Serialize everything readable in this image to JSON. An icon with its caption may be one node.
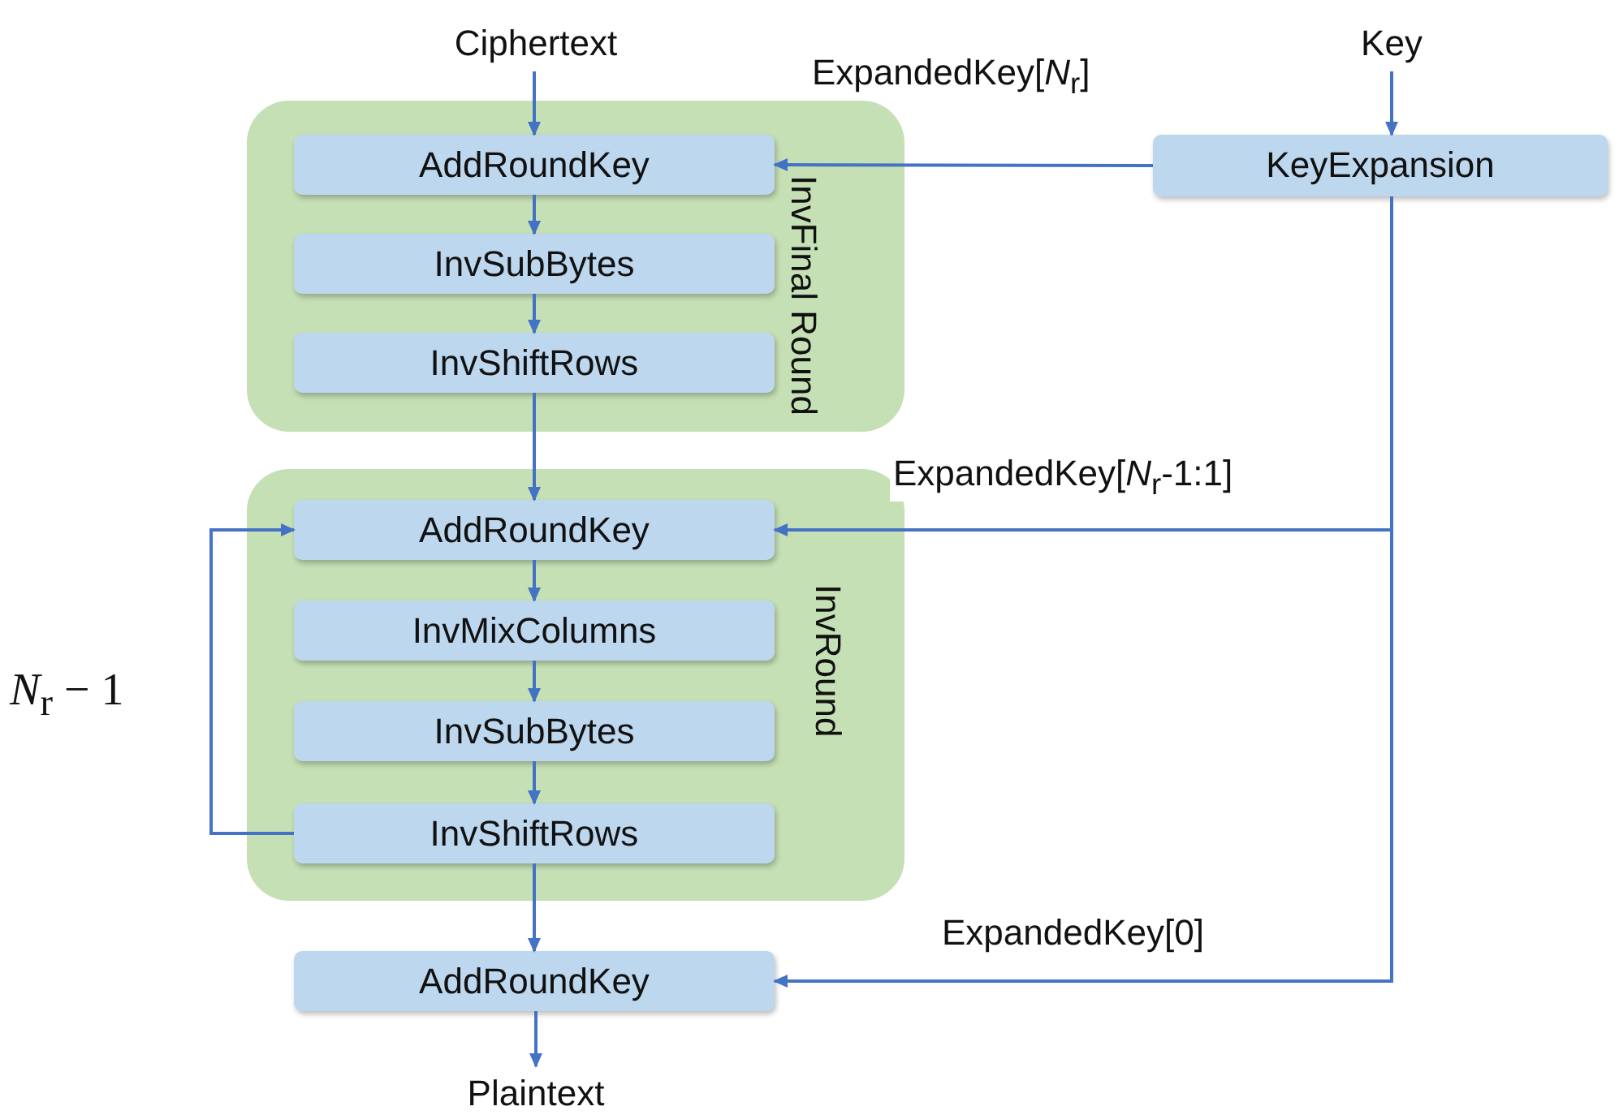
{
  "diagram": {
    "nodes": [
      {
        "text": [
          "Ciphertext"
        ]
      },
      {
        "text": [
          "Key"
        ]
      },
      {
        "text": [
          "InvFinal Round"
        ]
      },
      {
        "text": [
          "AddRoundKey"
        ],
        "in": 2
      },
      {
        "text": [
          "InvSubBytes"
        ],
        "in": 2
      },
      {
        "text": [
          "InvShiftRows"
        ],
        "in": 2
      },
      {
        "text": [
          "KeyExpansion"
        ]
      },
      {
        "text": [
          "InvRound"
        ]
      },
      {
        "text": [
          "AddRoundKey"
        ],
        "in": 7
      },
      {
        "text": [
          "InvMixColumns"
        ],
        "in": 7
      },
      {
        "text": [
          "InvSubBytes"
        ],
        "in": 7
      },
      {
        "text": [
          "InvShiftRows"
        ],
        "in": 7
      },
      {
        "text": [
          "AddRoundKey"
        ]
      },
      {
        "text": [
          "Plaintext"
        ]
      }
    ],
    "edges": [
      {
        "from": 0,
        "to": 3,
        "arrow": "to"
      },
      {
        "from": 1,
        "to": 6,
        "arrow": "to"
      },
      {
        "from": 6,
        "to": 3,
        "arrow": "to",
        "label": "ExpandedKey[*N*$_{r}$]"
      },
      {
        "from": 3,
        "to": 4,
        "arrow": "to"
      },
      {
        "from": 4,
        "to": 5,
        "arrow": "to"
      },
      {
        "from": 5,
        "to": 8,
        "arrow": "to"
      },
      {
        "from": 6,
        "to": 8,
        "arrow": "to",
        "label": "ExpandedKey[*N*$_{r}$-1:1]"
      },
      {
        "from": 8,
        "to": 9,
        "arrow": "to"
      },
      {
        "from": 9,
        "to": 10,
        "arrow": "to"
      },
      {
        "from": 10,
        "to": 11,
        "arrow": "to"
      },
      {
        "from": 11,
        "to": 8,
        "arrow": "to",
        "label": "*N*$_{r}$ − 1"
      },
      {
        "from": 11,
        "to": 12,
        "arrow": "to"
      },
      {
        "from": 6,
        "to": 12,
        "arrow": "to",
        "label": "ExpandedKey[0]"
      },
      {
        "from": 12,
        "to": 13,
        "arrow": "to"
      }
    ]
  }
}
